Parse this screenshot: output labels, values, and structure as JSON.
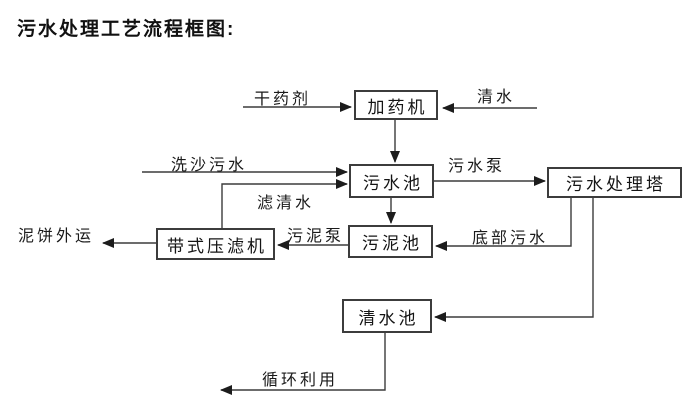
{
  "title": "污水处理工艺流程框图:",
  "nodes": {
    "dosing_machine": {
      "label": "加药机"
    },
    "sewage_pool": {
      "label": "污水池"
    },
    "treatment_tower": {
      "label": "污水处理塔"
    },
    "belt_filter_press": {
      "label": "带式压滤机"
    },
    "sludge_pool": {
      "label": "污泥池"
    },
    "clean_water_pool": {
      "label": "清水池"
    }
  },
  "edge_labels": {
    "dry_agent": "干药剂",
    "clean_water_in": "清水",
    "sand_wash_sewage": "洗沙污水",
    "sewage_pump": "污水泵",
    "filtered_water": "滤清水",
    "sludge_pump": "污泥泵",
    "bottom_sewage": "底部污水",
    "mud_cake_out": "泥饼外运",
    "recycle": "循环利用"
  },
  "colors": {
    "background": "#ffffff",
    "line": "#3c3c3c",
    "box_border": "#3c3c3c",
    "text": "#141414"
  }
}
